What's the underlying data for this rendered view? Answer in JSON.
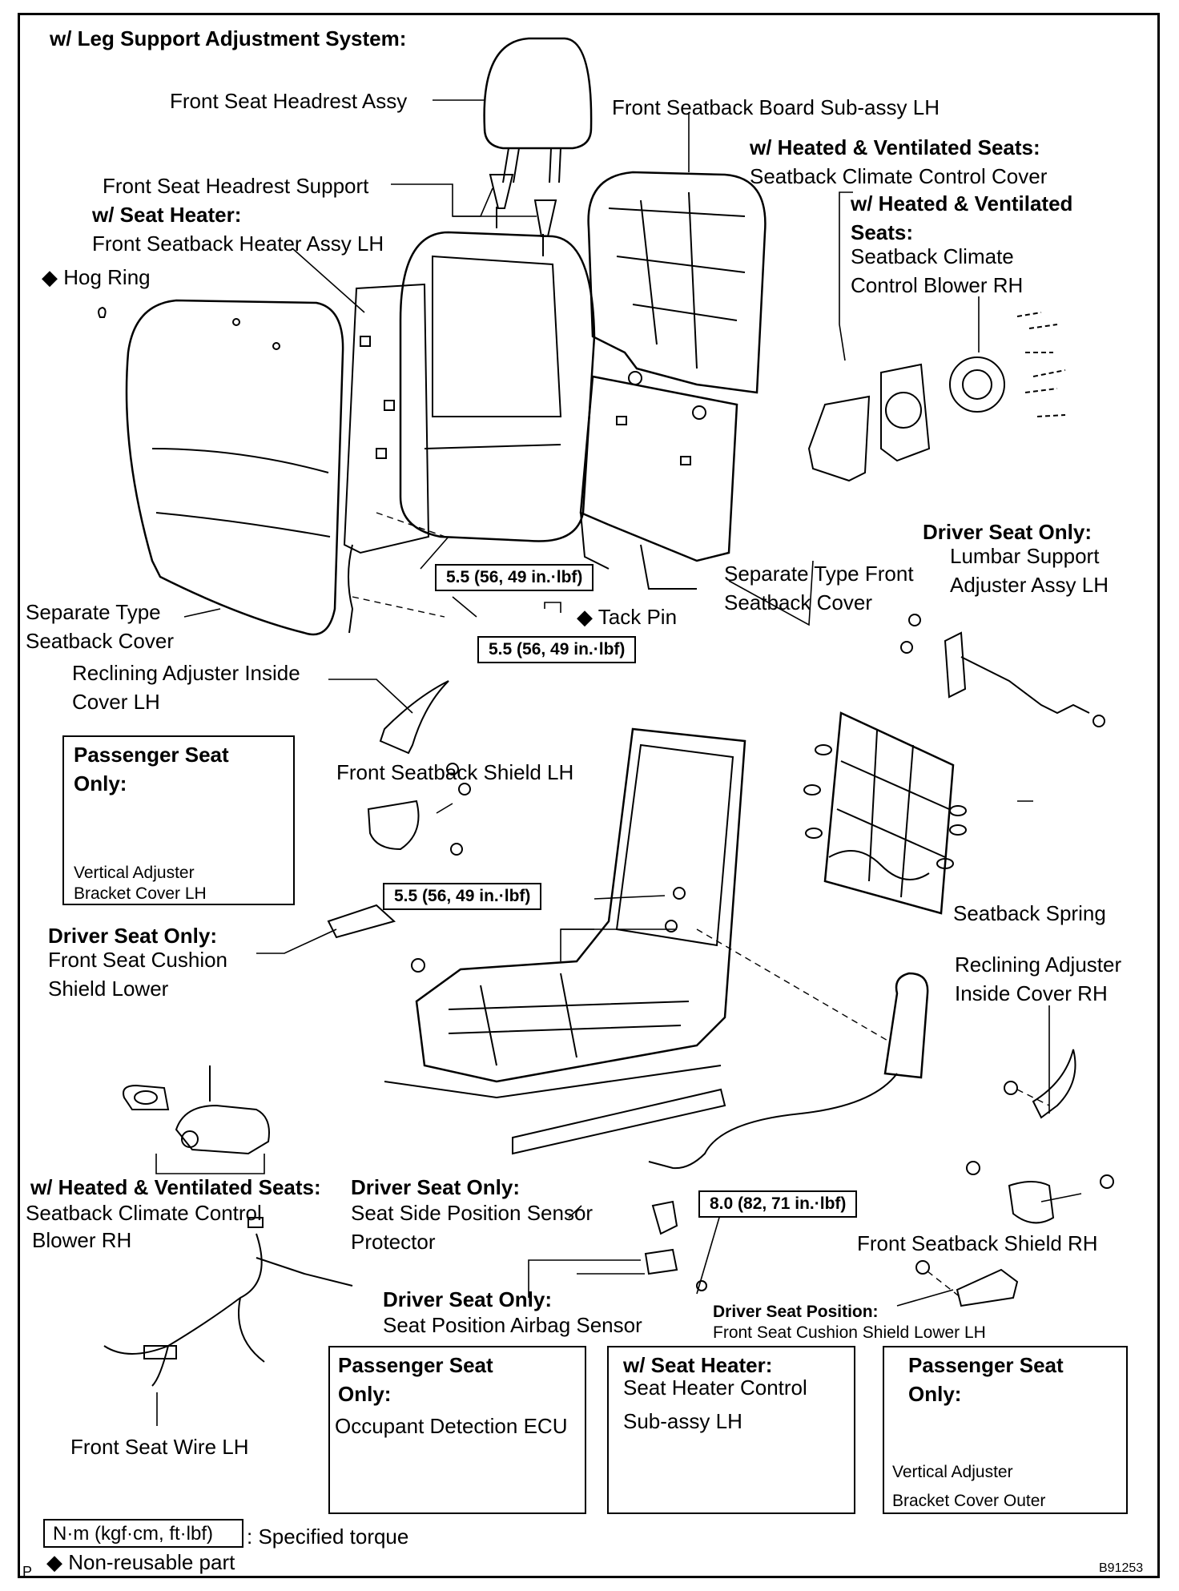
{
  "diagram": {
    "title": "w/ Leg Support Adjustment System:",
    "figure_code": "B91253",
    "corner_mark": "P",
    "labels": {
      "headrest": "Front Seat Headrest Assy",
      "seatback_board": "Front Seatback Board Sub-assy LH",
      "hv_cover_cond": "w/ Heated & Ventilated Seats:",
      "hv_cover_name": "Seatback Climate Control Cover",
      "headrest_support": "Front Seat Headrest Support",
      "seat_heater_cond": "w/ Seat Heater:",
      "seatback_heater": "Front Seatback Heater Assy LH",
      "hv_blower_cond_1": "w/ Heated & Ventilated",
      "hv_blower_cond_2": "Seats:",
      "hv_blower_name_1": "Seatback Climate",
      "hv_blower_name_2": "Control Blower RH",
      "hog_ring": "Hog Ring",
      "separate_cover_1": "Separate Type",
      "separate_cover_2": "Seatback Cover",
      "sep_front_cover_1": "Separate Type Front",
      "sep_front_cover_2": "Seatback Cover",
      "tack_pin": "Tack Pin",
      "driver_only_lumbar": "Driver Seat Only:",
      "lumbar_1": "Lumbar Support",
      "lumbar_2": "Adjuster Assy LH",
      "recl_inside_lh_1": "Reclining Adjuster Inside",
      "recl_inside_lh_2": "Cover LH",
      "front_shield_lh": "Front Seatback Shield LH",
      "seatback_spring": "Seatback Spring",
      "driver_only_cushion": "Driver Seat Only:",
      "cushion_shield_1": "Front Seat Cushion",
      "cushion_shield_2": "Shield Lower",
      "recl_inside_rh_1": "Reclining Adjuster",
      "recl_inside_rh_2": "Inside Cover RH",
      "hv_blower2_cond": "w/ Heated & Ventilated Seats:",
      "hv_blower2_name_1": "Seatback Climate Control",
      "hv_blower2_name_2": "Blower RH",
      "driver_only_protector": "Driver Seat Only:",
      "protector_1": "Seat Side Position Sensor",
      "protector_2": "Protector",
      "front_shield_rh": "Front Seatback Shield RH",
      "driver_only_airbag": "Driver Seat Only:",
      "airbag_sensor": "Seat Position Airbag Sensor",
      "driver_pos_cond": "Driver Seat Position:",
      "driver_pos_name": "Front Seat Cushion Shield Lower LH",
      "front_seat_wire": "Front Seat Wire LH"
    },
    "torques": {
      "t1": "5.5 (56, 49 in.·lbf)",
      "t2": "5.5 (56, 49 in.·lbf)",
      "t3": "5.5 (56, 49 in.·lbf)",
      "t4": "8.0 (82, 71 in.·lbf)"
    },
    "boxes": {
      "passenger_vab_cond_1": "Passenger Seat",
      "passenger_vab_cond_2": "Only:",
      "passenger_vab_name_1": "Vertical Adjuster",
      "passenger_vab_name_2": "Bracket Cover LH",
      "ecu_cond_1": "Passenger Seat",
      "ecu_cond_2": "Only:",
      "ecu_name": "Occupant Detection ECU",
      "heater_ctrl_cond": "w/ Seat Heater:",
      "heater_ctrl_name_1": "Seat Heater Control",
      "heater_ctrl_name_2": "Sub-assy  LH",
      "outer_cond_1": "Passenger Seat",
      "outer_cond_2": "Only:",
      "outer_name_1": "Vertical Adjuster",
      "outer_name_2": "Bracket Cover Outer"
    },
    "legend": {
      "torque_unit": "N·m (kgf·cm, ft·lbf)",
      "torque_text": ": Specified torque",
      "nonreusable": "Non-reusable  part",
      "diamond": "◆"
    }
  }
}
